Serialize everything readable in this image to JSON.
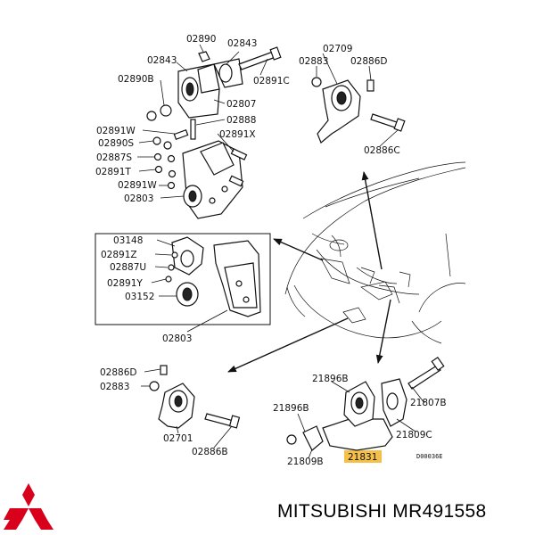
{
  "labels": {
    "p02890": "02890",
    "p02843a": "02843",
    "p02843b": "02843",
    "p02890B": "02890B",
    "p02891C": "02891C",
    "p02807": "02807",
    "p02888": "02888",
    "p02891W_a": "02891W",
    "p02891X": "02891X",
    "p02890S": "02890S",
    "p02887S": "02887S",
    "p02891T": "02891T",
    "p02891W_b": "02891W",
    "p02803_a": "02803",
    "p02709": "02709",
    "p02883_a": "02883",
    "p02886D_a": "02886D",
    "p02886C": "02886C",
    "p03148": "03148",
    "p02891Z": "02891Z",
    "p02887U": "02887U",
    "p02891Y": "02891Y",
    "p03152": "03152",
    "p02803_b": "02803",
    "p02886D_b": "02886D",
    "p02883_b": "02883",
    "p02701": "02701",
    "p02886B": "02886B",
    "p21896B_a": "21896B",
    "p21807B": "21807B",
    "p21896B_b": "21896B",
    "p21809C": "21809C",
    "p21809B": "21809B",
    "p21831": "21831",
    "ref": "D00036E"
  },
  "highlight_color": "#f4c04a",
  "brand": {
    "logo_icon": "mitsubishi-three-diamonds-icon",
    "logo_color": "#d9001b",
    "text": "MITSUBISHI MR491558"
  }
}
